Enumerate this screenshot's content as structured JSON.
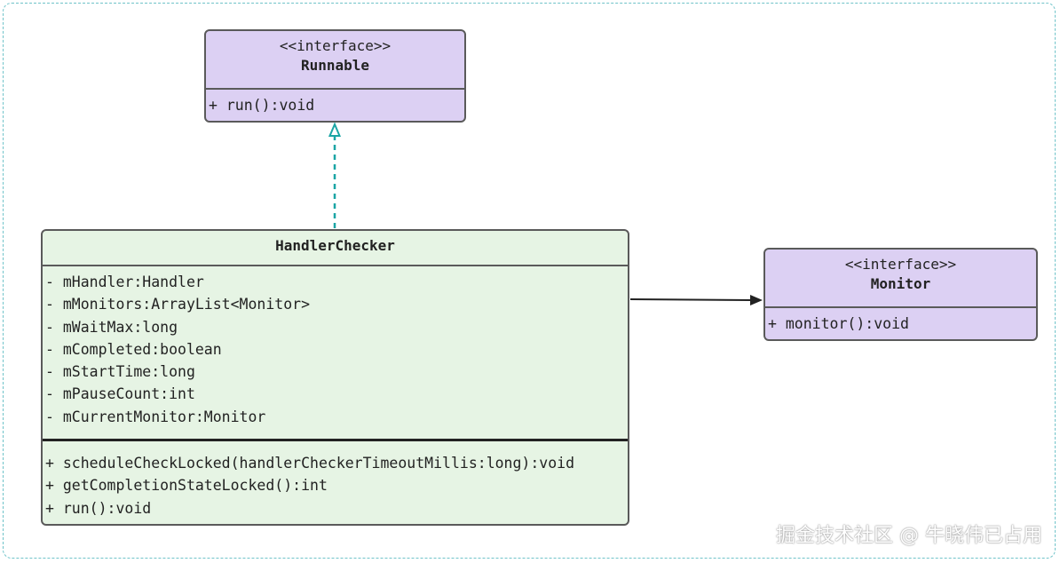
{
  "runnable": {
    "stereotype": "<<interface>>",
    "name": "Runnable",
    "methods": [
      "+ run():void"
    ]
  },
  "handler_checker": {
    "name": "HandlerChecker",
    "fields": [
      "- mHandler:Handler",
      "- mMonitors:ArrayList<Monitor>",
      "- mWaitMax:long",
      "- mCompleted:boolean",
      "- mStartTime:long",
      "- mPauseCount:int",
      "- mCurrentMonitor:Monitor"
    ],
    "methods": [
      "+ scheduleCheckLocked(handlerCheckerTimeoutMillis:long):void",
      "+ getCompletionStateLocked():int",
      "+ run():void"
    ]
  },
  "monitor": {
    "stereotype": "<<interface>>",
    "name": "Monitor",
    "methods": [
      "+ monitor():void"
    ]
  },
  "watermark": "掘金技术社区 @ 牛晓伟已占用",
  "colors": {
    "interface_fill": "#dcd0f3",
    "class_fill": "#e6f4e4",
    "realization_arrow": "#1aa5a5",
    "association_arrow": "#222222",
    "frame_border": "#6fc3c9"
  }
}
